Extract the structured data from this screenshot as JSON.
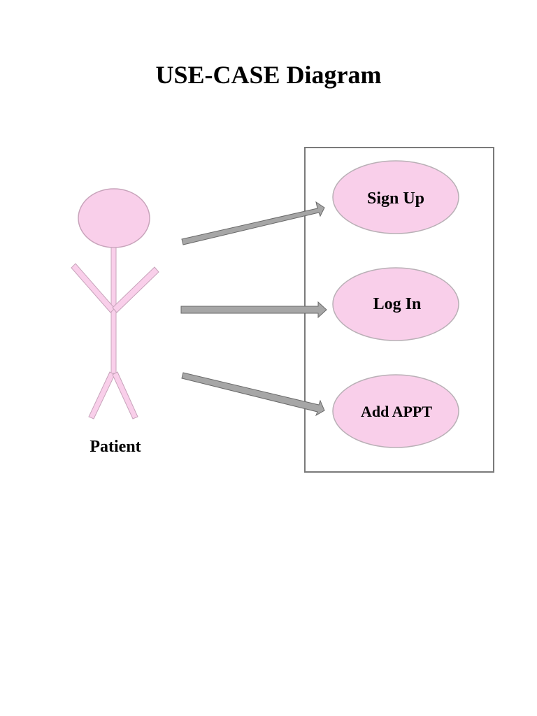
{
  "title": "USE-CASE Diagram",
  "actor": {
    "label": "Patient",
    "fill": "#f9cfea",
    "stroke": "#c8a4bb"
  },
  "system_boundary": {
    "stroke": "#7a7a7a"
  },
  "use_cases": [
    {
      "label": "Sign Up"
    },
    {
      "label": "Log In"
    },
    {
      "label": "Add APPT"
    }
  ],
  "colors": {
    "use_case_fill": "#f9cfea",
    "use_case_stroke": "#b9b0b6",
    "arrow_fill": "#a6a6a6",
    "arrow_stroke": "#6a6a6a"
  }
}
